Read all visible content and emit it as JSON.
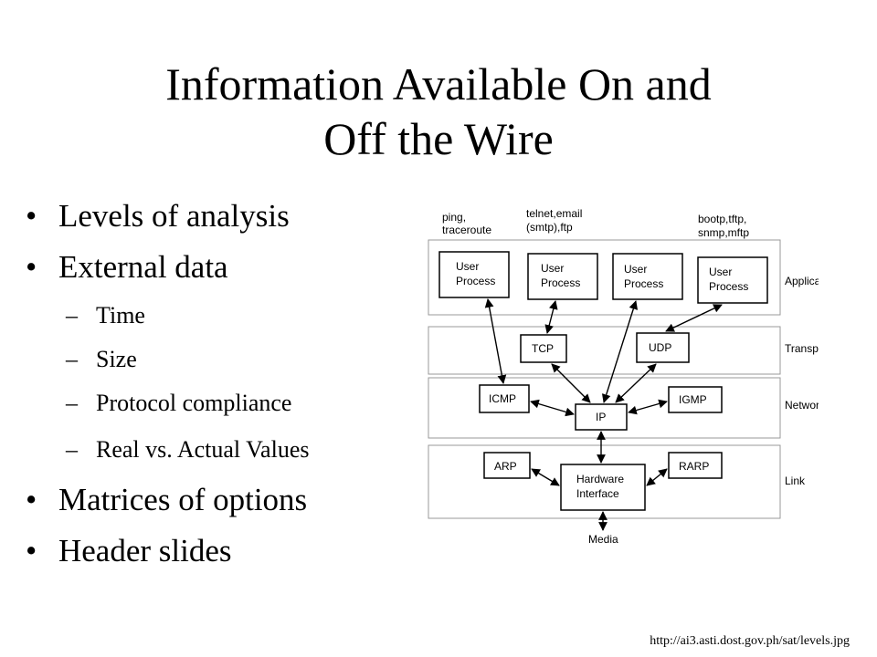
{
  "slide": {
    "title_line1": "Information Available On and",
    "title_line2": "Off the Wire",
    "bullets": [
      "Levels of analysis",
      "External data",
      "Matrices of options",
      "Header slides"
    ],
    "sub_bullets": [
      "Time",
      "Size",
      "Protocol compliance",
      "Real vs. Actual Values"
    ],
    "bullet_glyph": "•",
    "dash_glyph": "–",
    "source": "http://ai3.asti.dost.gov.ph/sat/levels.jpg"
  },
  "diagram": {
    "top_labels": {
      "ping_1": "ping,",
      "ping_2": "traceroute",
      "telnet_1": "telnet,email",
      "telnet_2": "(smtp),ftp",
      "bootp_1": "bootp,tftp,",
      "bootp_2": "snmp,mftp"
    },
    "layers": {
      "application": "Application",
      "transport": "Transport",
      "network": "Network",
      "link": "Link"
    },
    "boxes": {
      "user": "User",
      "process": "Process",
      "tcp": "TCP",
      "udp": "UDP",
      "icmp": "ICMP",
      "ip": "IP",
      "igmp": "IGMP",
      "arp": "ARP",
      "rarp": "RARP",
      "hw_1": "Hardware",
      "hw_2": "Interface"
    },
    "media": "Media"
  }
}
